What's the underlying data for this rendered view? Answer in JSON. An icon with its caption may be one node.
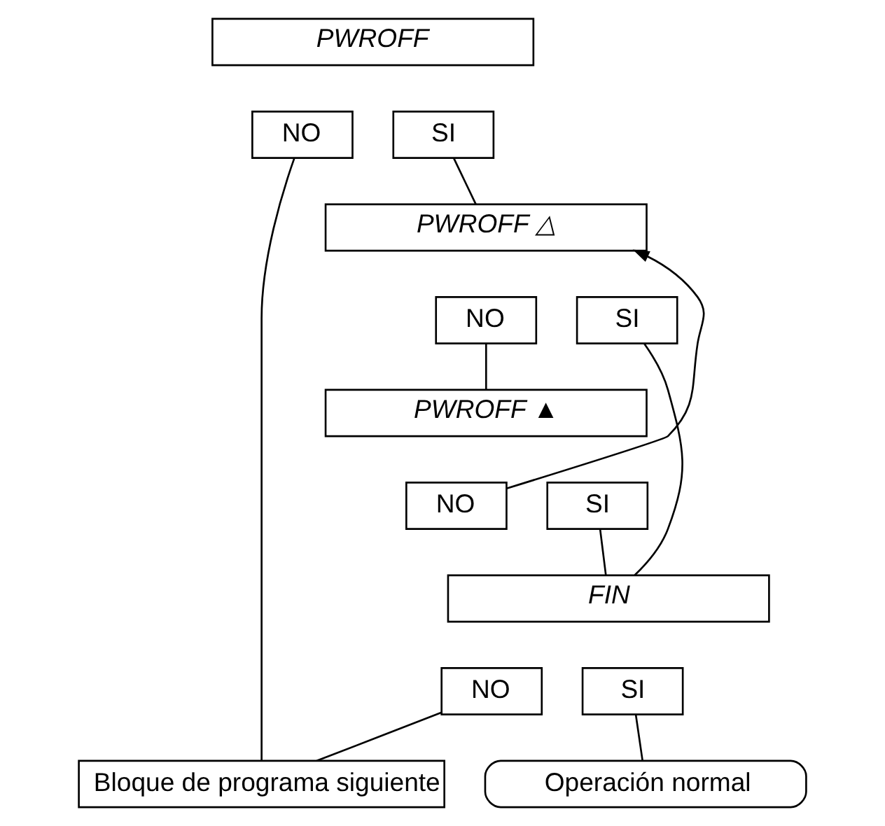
{
  "diagram": {
    "nodes": [
      {
        "text": [
          "PWROFF"
        ]
      },
      {
        "text": [
          "NO"
        ]
      },
      {
        "text": [
          "SI"
        ]
      },
      {
        "text": [
          "PWROFF △"
        ]
      },
      {
        "text": [
          "NO"
        ]
      },
      {
        "text": [
          "SI"
        ]
      },
      {
        "text": [
          "PWROFF ▲"
        ]
      },
      {
        "text": [
          "NO"
        ]
      },
      {
        "text": [
          "SI"
        ]
      },
      {
        "text": [
          "FIN"
        ]
      },
      {
        "text": [
          "NO"
        ]
      },
      {
        "text": [
          "SI"
        ]
      },
      {
        "text": [
          "Bloque de programa siguiente"
        ]
      },
      {
        "text": [
          "Operación normal"
        ]
      }
    ],
    "edges": [
      {
        "from": 1,
        "to": 12,
        "arrow": "none"
      },
      {
        "from": 2,
        "to": 3,
        "arrow": "none"
      },
      {
        "from": 4,
        "to": 6,
        "arrow": "none"
      },
      {
        "from": 7,
        "to": 3,
        "arrow": "to"
      },
      {
        "from": 5,
        "to": 9,
        "arrow": "none"
      },
      {
        "from": 8,
        "to": 9,
        "arrow": "none"
      },
      {
        "from": 10,
        "to": 12,
        "arrow": "none"
      },
      {
        "from": 11,
        "to": 13,
        "arrow": "none"
      }
    ]
  }
}
